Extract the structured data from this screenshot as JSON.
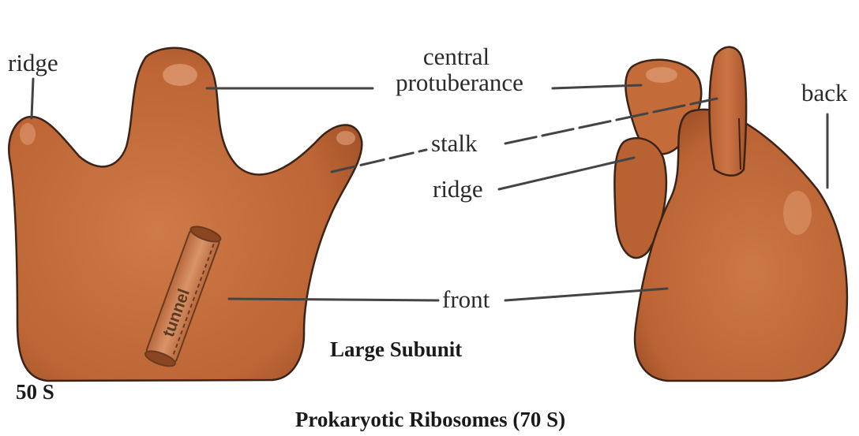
{
  "labels": {
    "ridge_left": "ridge",
    "central_line1": "central",
    "central_line2": "protuberance",
    "back": "back",
    "stalk": "stalk",
    "ridge_right": "ridge",
    "front": "front",
    "tunnel": "tunnel",
    "large_subunit": "Large Subunit",
    "sedimentation": "50 S",
    "caption": "Prokaryotic Ribosomes (70 S)"
  },
  "colors": {
    "subunit_fill": "#c0693a",
    "subunit_dark": "#9c4f28",
    "subunit_light": "#e0a07a",
    "outline": "#3a2418",
    "leader": "#444444"
  }
}
